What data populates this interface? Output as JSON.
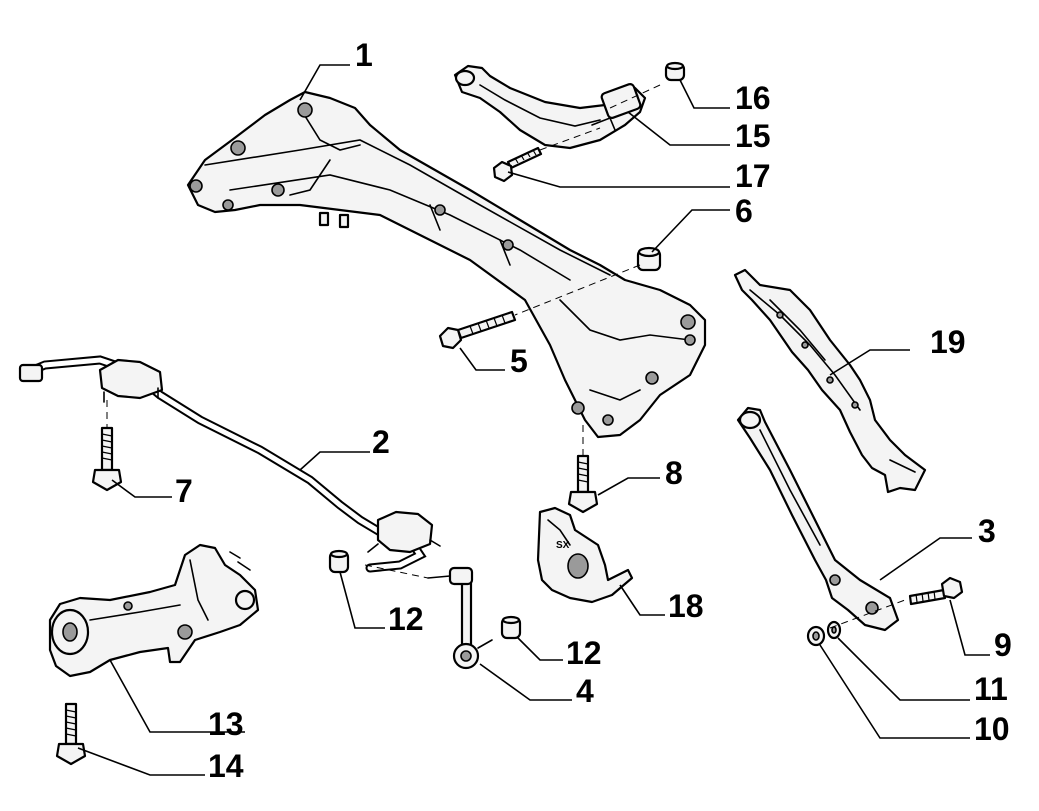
{
  "diagram": {
    "type": "exploded-parts-diagram",
    "subject": "rear suspension assembly",
    "callouts": {
      "p1": "1",
      "p2": "2",
      "p3": "3",
      "p4": "4",
      "p5": "5",
      "p6": "6",
      "p7": "7",
      "p8": "8",
      "p9": "9",
      "p10": "10",
      "p11": "11",
      "p12a": "12",
      "p12b": "12",
      "p13": "13",
      "p14": "14",
      "p15": "15",
      "p16": "16",
      "p17": "17",
      "p18": "18",
      "p19": "19"
    },
    "stamps": {
      "bracket_side": "SX"
    }
  }
}
